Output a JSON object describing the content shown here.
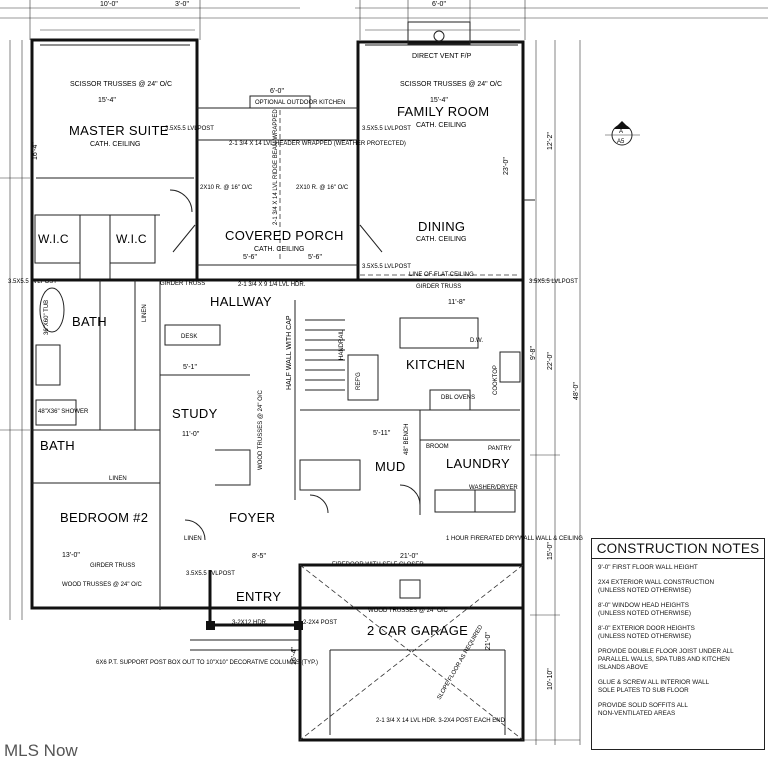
{
  "rooms": {
    "master_suite": "MASTER SUITE",
    "family_room": "FAMILY ROOM",
    "covered_porch": "COVERED PORCH",
    "dining": "DINING",
    "wic_left": "W.I.C",
    "wic_right": "W.I.C",
    "hallway": "HALLWAY",
    "bath_master": "BATH",
    "kitchen": "KITCHEN",
    "study": "STUDY",
    "bath2": "BATH",
    "mud": "MUD",
    "laundry": "LAUNDRY",
    "bedroom2": "BEDROOM #2",
    "foyer": "FOYER",
    "entry": "ENTRY",
    "garage": "2 CAR GARAGE"
  },
  "labels": {
    "cath_ceiling": "CATH. CEILING",
    "scissor_left": "SCISSOR TRUSSES @ 24\" O/C",
    "scissor_right": "SCISSOR TRUSSES @ 24\" O/C",
    "direct_vent": "DIRECT VENT F/P",
    "header_porch": "2-1 3/4 X 14 LVL HEADER WRAPPED (WEATHER PROTECTED)",
    "rafters_left": "2X10 R. @ 16\" O/C",
    "rafters_right": "2X10 R. @ 16\" O/C",
    "ridge_beam": "2-1 3/4 X 14 LVL RIDGE BEAM WRAPPED",
    "outdoor_kitchen": "OPTIONAL OUTDOOR KITCHEN",
    "lvl_post_1": "3.5X5.5 LVLPOST",
    "lvl_post_2": "3.5X5.5 LVLPOST",
    "lvl_post_3": "3.5X5.5 LVLPOST",
    "lvl_post_4": "3.5X5.5 LVLPOST",
    "lvl_post_5": "3.5X5.5 LVLPOST",
    "lvl_post_6": "3.5X5.5 LVLPOST",
    "hdr_hall": "2-1 3/4 X 9 1/4 LVL HDR.",
    "flat_ceiling": "LINE OF FLAT CEILING",
    "girder_truss": "GIRDER TRUSS",
    "girder_truss_2": "GIRDER TRUSS",
    "girder_truss_3": "GIRDER TRUSS",
    "tub": "36\"X60\" TUB",
    "shower": "48\"X36\" SHOWER",
    "desk": "DESK",
    "linen": "LINEN",
    "linen2": "LINEN",
    "linen3": "LINEN",
    "half_wall": "HALF WALL WITH CAP",
    "handrail": "HANDRAIL",
    "refg": "REF'G",
    "dbl_ovens": "DBL OVENS",
    "dw": "D.W.",
    "cooktop": "COOKTOP",
    "pantry": "PANTRY",
    "broom": "BROOM",
    "bench": "48\" BENCH",
    "washer_dryer": "WASHER/DRYER",
    "wood_trusses_center": "WOOD TRUSSES @ 24\" O/C",
    "wood_trusses_bed": "WOOD TRUSSES @ 24\" O/C",
    "wood_trusses_garage": "WOOD TRUSSES @ 24\" O/C",
    "firedoor": "FIREDOOR WITH SELF CLOSER",
    "fire_drywall": "1 HOUR FIRERATED DRYWALL WALL & CEILING",
    "hdr_entry": "3-2X12 HDR.",
    "post_entry": "2-2X4 POST",
    "support_post": "6X6 P.T. SUPPORT POST BOX OUT TO 10\"X10\" DECORATIVE COLUMNS (TYP.)",
    "slope_floor": "SLOPE FLOOR AS REQUIRED",
    "garage_hdr": "2-1 3/4 X 14 LVL HDR. 3-2X4 POST EACH END",
    "section_mark": "A",
    "section_sheet": "A5"
  },
  "dimensions": {
    "top_10": "10'-0\"",
    "top_3": "3'-0\"",
    "top_6": "6'-0\"",
    "master_w": "15'-4\"",
    "family_w": "15'-4\"",
    "master_d": "16'-4\"",
    "family_d": "23'-0\"",
    "total_depth": "48'-0\"",
    "right_22": "22'-0\"",
    "right_15": "15'-0\"",
    "right_10": "10'-10\"",
    "right_12": "12'-2\"",
    "dining_w": "11'-8\"",
    "study_w": "11'-0\"",
    "bed_w": "13'-0\"",
    "garage_w": "21'-0\"",
    "garage_d": "21'-0\"",
    "mud_w": "5'-11\"",
    "hall_w": "5'-1\"",
    "foyer_w": "8'-5\"",
    "porch_a": "5'-6\"",
    "porch_b": "5'-6\"",
    "vent_w": "6'-0\"",
    "d_9_8": "9'-8\"",
    "d_16_4": "16'-4\""
  },
  "notes": {
    "title": "CONSTRUCTION NOTES",
    "items": [
      "9'-0\" FIRST FLOOR WALL HEIGHT",
      "2X4 EXTERIOR WALL CONSTRUCTION\n(UNLESS NOTED OTHERWISE)",
      "8'-0\" WINDOW HEAD HEIGHTS\n(UNLESS NOTED OTHERWISE)",
      "8'-0\" EXTERIOR DOOR HEIGHTS\n(UNLESS NOTED OTHERWISE)",
      "PROVIDE DOUBLE FLOOR JOIST UNDER ALL\nPARALLEL WALLS, SPA TUBS AND KITCHEN\nISLANDS ABOVE",
      "GLUE & SCREW ALL INTERIOR WALL\nSOLE PLATES TO SUB FLOOR",
      "PROVIDE SOLID SOFFITS ALL\nNON-VENTILATED AREAS"
    ]
  },
  "watermark": "MLS Now"
}
